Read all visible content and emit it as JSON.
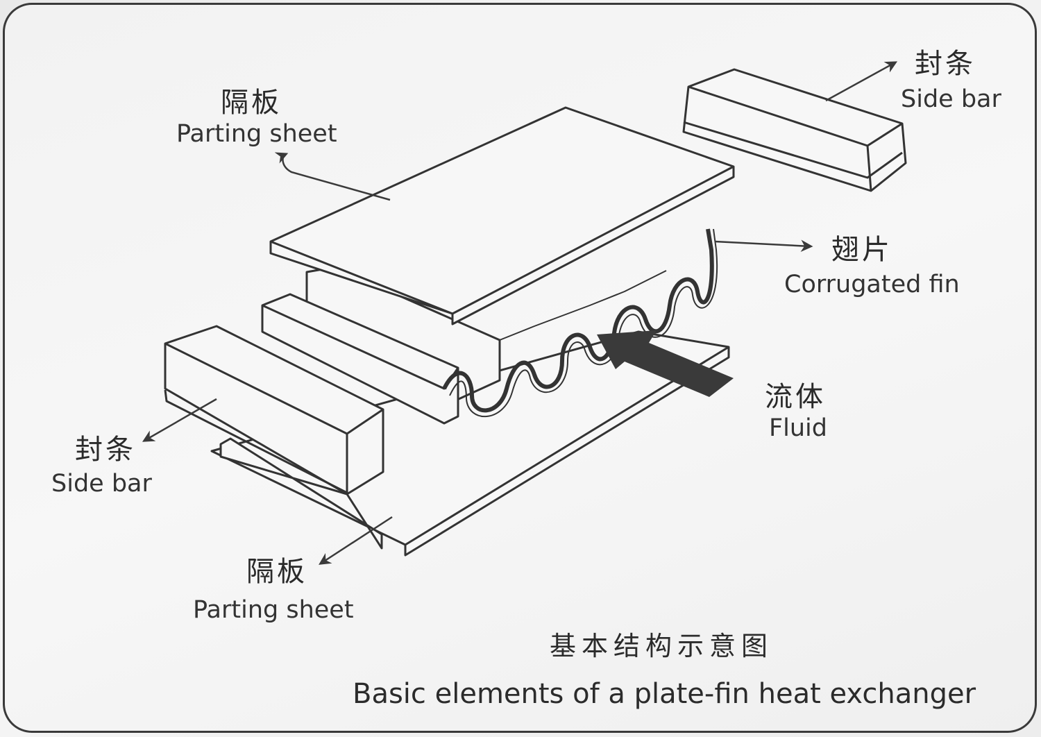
{
  "labels": {
    "top_parting_sheet": {
      "zh": "隔板",
      "en": "Parting sheet"
    },
    "top_side_bar": {
      "zh": "封条",
      "en": "Side bar"
    },
    "corrugated_fin": {
      "zh": "翅片",
      "en": "Corrugated fin"
    },
    "fluid": {
      "zh": "流体",
      "en": "Fluid"
    },
    "left_side_bar": {
      "zh": "封条",
      "en": "Side bar"
    },
    "bottom_parting_sheet": {
      "zh": "隔板",
      "en": "Parting sheet"
    }
  },
  "caption": {
    "zh": "基本结构示意图",
    "en": "Basic elements of a plate-fin heat exchanger"
  },
  "colors": {
    "stroke": "#333333",
    "face": "#f7f7f7",
    "arrow": "#3a3a3a",
    "border": "#3a3a3a"
  }
}
